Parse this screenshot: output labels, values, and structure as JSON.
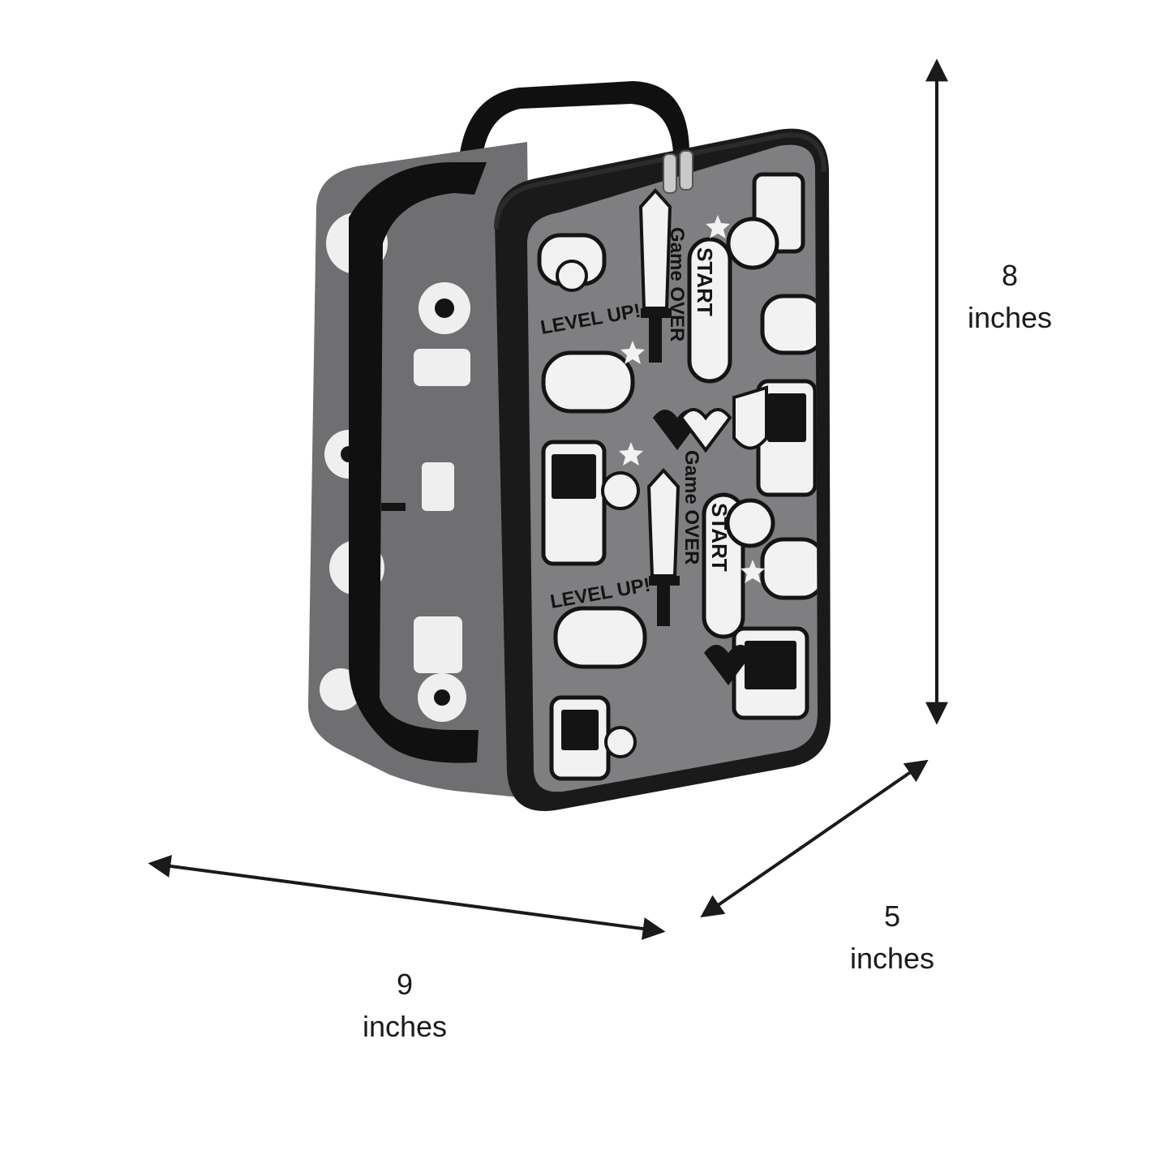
{
  "colors": {
    "background": "#ffffff",
    "bag_body": "#7f7f82",
    "bag_shadow": "#5e5e61",
    "pattern_light": "#f2f2f2",
    "pattern_dark": "#141414",
    "strap": "#101010",
    "zipper": "#c9c9c9",
    "arrow": "#1a1a1a"
  },
  "product": {
    "print_text": [
      "LEVEL UP!",
      "START",
      "Game OVER"
    ],
    "icons": [
      "gamepad-icon",
      "handheld-console-icon",
      "sword-icon",
      "key-icon",
      "heart-icon",
      "star-icon",
      "diamond-icon",
      "compass-icon",
      "medal-icon",
      "potion-icon",
      "shield-icon"
    ]
  },
  "dimensions": {
    "height": {
      "value": "8",
      "unit": "inches"
    },
    "depth": {
      "value": "5",
      "unit": "inches"
    },
    "width": {
      "value": "9",
      "unit": "inches"
    }
  }
}
